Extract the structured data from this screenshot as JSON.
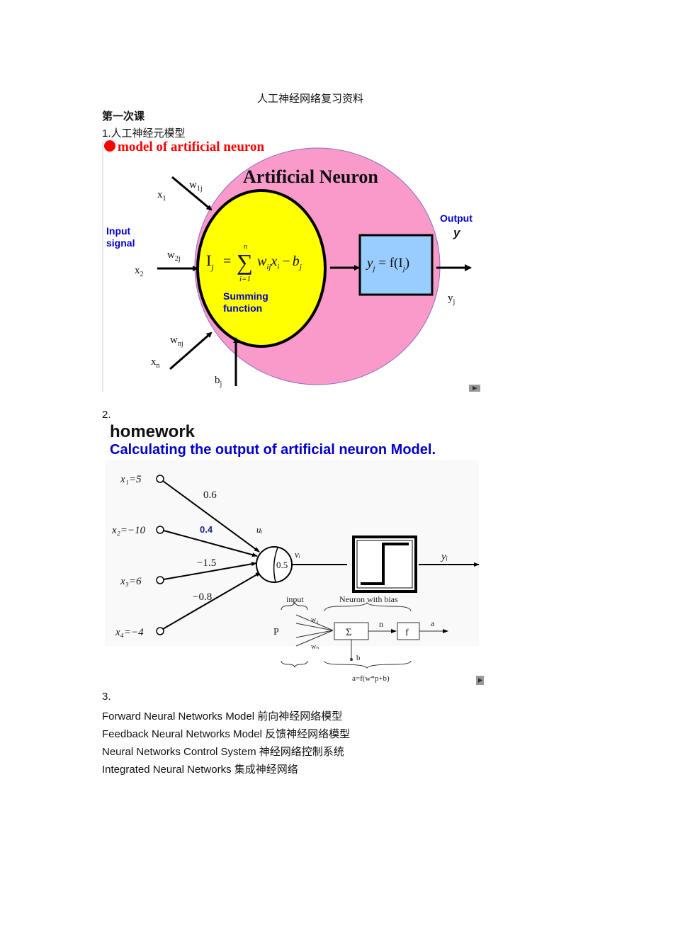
{
  "doc_title": "人工神经网络复习资料",
  "lesson_heading": "第一次课",
  "section1": {
    "label": "1.人工神经元模型",
    "figure": {
      "caption": "model of artificial neuron",
      "title": "Artificial Neuron",
      "input_signal": [
        "Input",
        "signal"
      ],
      "inputs": [
        {
          "x": "x",
          "x_sub": "1",
          "w": "w",
          "w_sub": "1j"
        },
        {
          "x": "x",
          "x_sub": "2",
          "w": "w",
          "w_sub": "2j"
        },
        {
          "x": "x",
          "x_sub": "n",
          "w": "w",
          "w_sub": "nj"
        }
      ],
      "bias": {
        "b": "b",
        "sub": "j"
      },
      "summing_formula": {
        "lhs": "I",
        "lhs_sub": "j",
        "eq": "=",
        "sigma": "∑",
        "upper": "n",
        "lower": "i=1",
        "w": "w",
        "w_sub": "ij",
        "x": "x",
        "x_sub": "i",
        "minus": "−",
        "b": "b",
        "b_sub": "j"
      },
      "summing_label": [
        "Summing",
        "function"
      ],
      "activation_formula": {
        "y": "y",
        "y_sub": "j",
        "rest": " = f(I",
        "i_sub": "j",
        "close": ")"
      },
      "output_label": "Output",
      "output_symbol": "y",
      "output_y": "y",
      "output_y_sub": "j",
      "colors": {
        "outer": "#f99acb",
        "inner": "#ffff00",
        "box": "#99ccff",
        "caption": "#ff0000",
        "blue": "#0000cc"
      }
    }
  },
  "section2": {
    "label": "2.",
    "homework_title": "homework",
    "homework_subtitle": "Calculating the output of artificial neuron Model.",
    "inputs": [
      {
        "label": "x₁=5",
        "weight": "0.6"
      },
      {
        "label": "x₂=−10",
        "weight": "0.4"
      },
      {
        "label": "x₃=6",
        "weight": "−1.5"
      },
      {
        "label": "x₄=−4",
        "weight": "−0.8"
      }
    ],
    "u_label": "uᵢ",
    "v_label": "vᵢ",
    "threshold": "0.5",
    "y_label": "yᵢ",
    "small_diagram": {
      "input": "input",
      "neuron_with_bias": "Neuron with bias",
      "p": "P",
      "w1": "w₁",
      "wn": "wₙ",
      "sigma": "Σ",
      "n": "n",
      "f": "f",
      "a": "a",
      "b": "b",
      "formula": "a=f(w*p+b)"
    }
  },
  "section3": {
    "label": "3.",
    "items": [
      "Forward Neural Networks Model 前向神经网络模型",
      "Feedback Neural Networks Model 反馈神经网络模型",
      "Neural Networks Control System 神经网络控制系统",
      "Integrated Neural Networks 集成神经网络"
    ]
  }
}
